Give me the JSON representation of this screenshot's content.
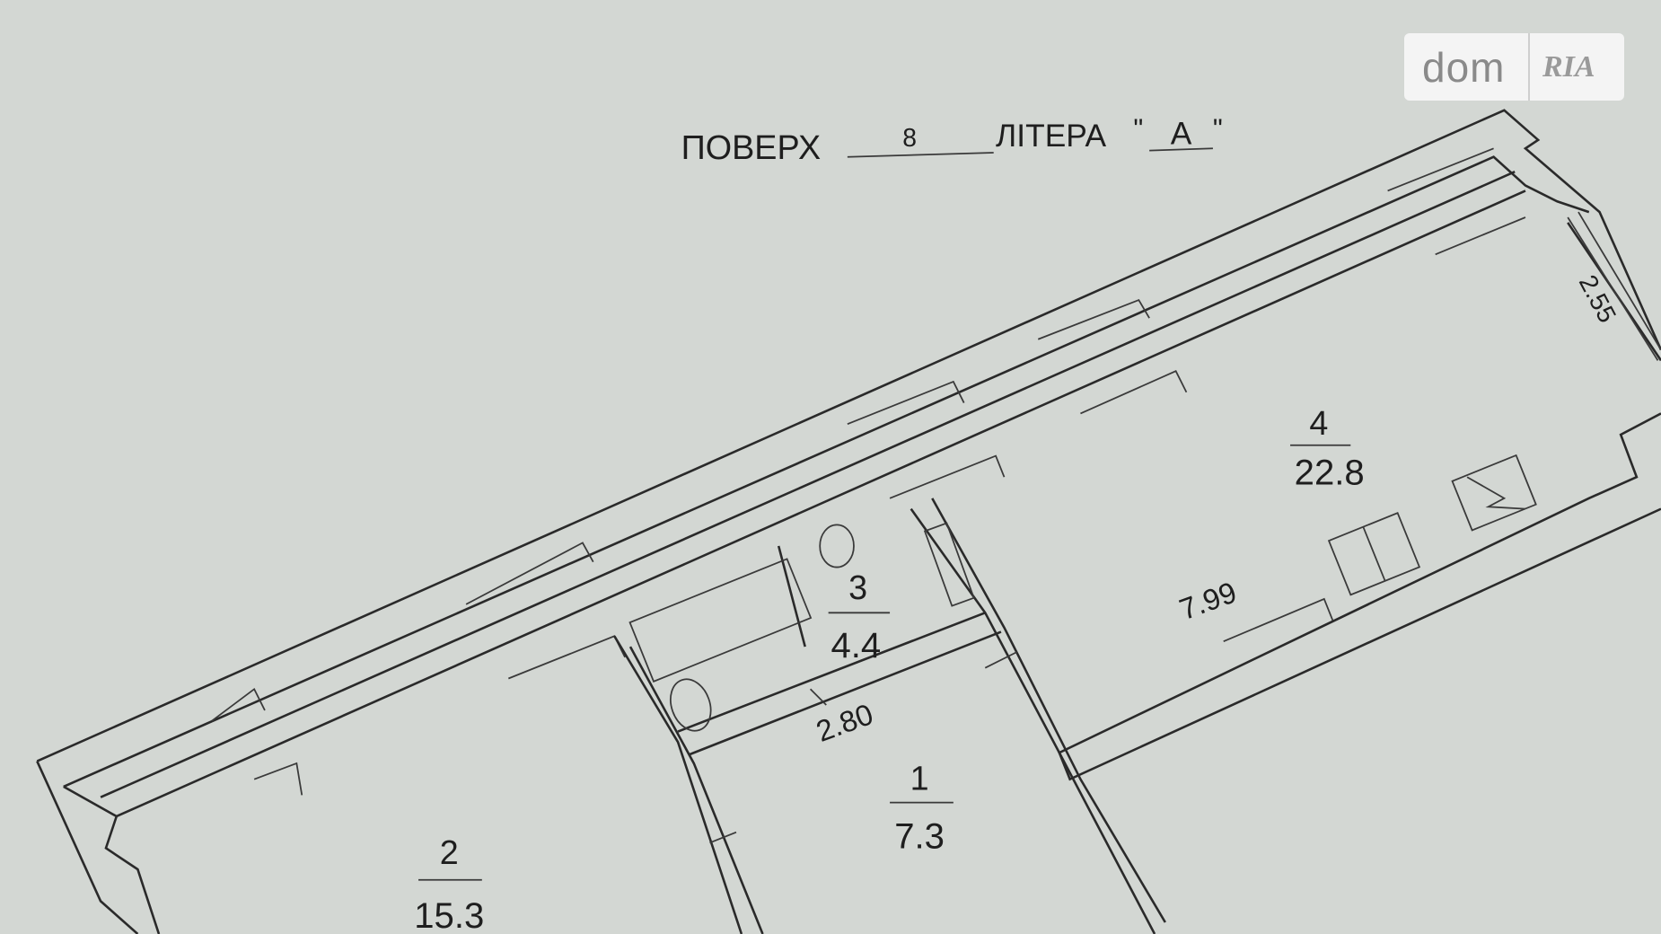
{
  "header": {
    "floor_label": "ПОВЕРХ",
    "floor_value": "8",
    "letter_label": "ЛІТЕРА",
    "letter_quote_open": "\"",
    "letter_value": "А",
    "letter_quote_close": "\""
  },
  "rooms": [
    {
      "number": "1",
      "area": "7.3"
    },
    {
      "number": "2",
      "area": "15.3"
    },
    {
      "number": "3",
      "area": "4.4"
    },
    {
      "number": "4",
      "area": "22.8"
    }
  ],
  "dimensions": [
    "2.80",
    "7.99",
    "2.55"
  ],
  "watermark": {
    "left": "dom",
    "right": "RIA"
  },
  "colors": {
    "background": "#d3d7d3",
    "lines": "#2a2a2a"
  }
}
